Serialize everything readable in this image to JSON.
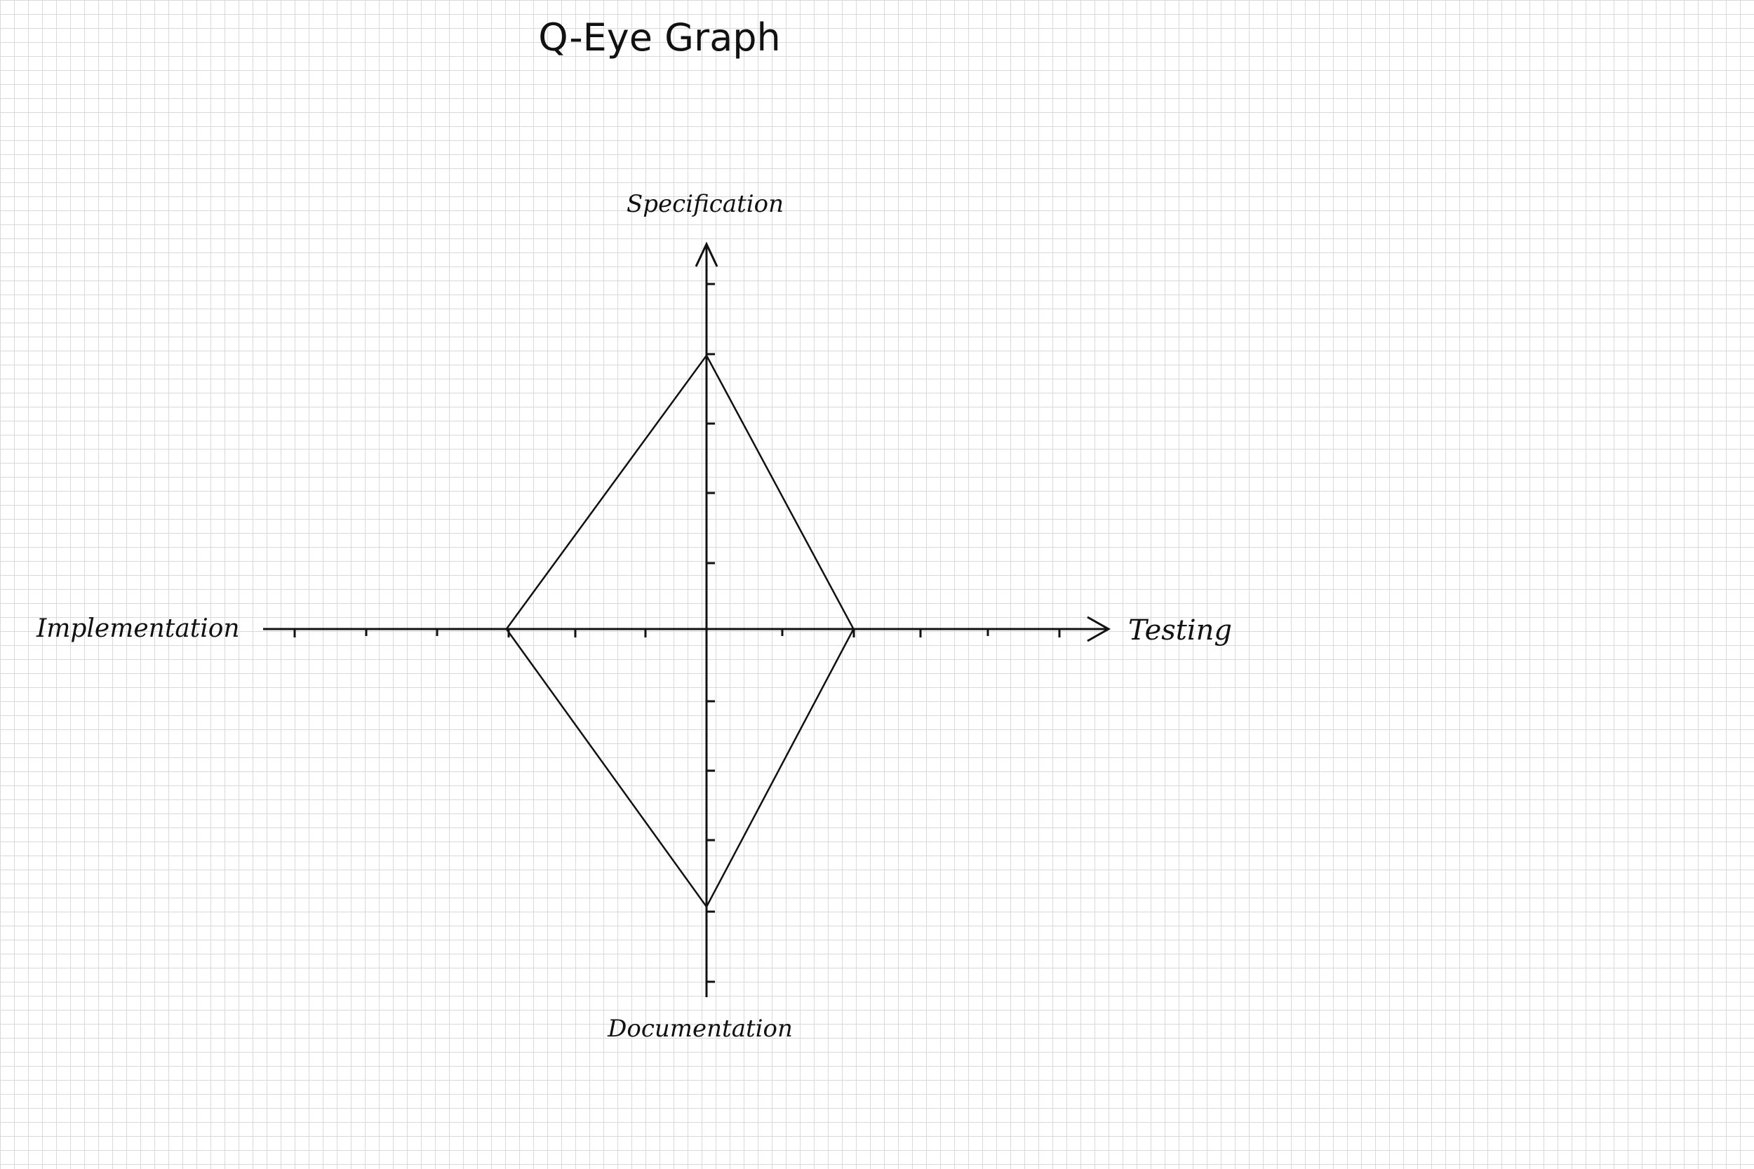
{
  "diagram": {
    "title": "Q-Eye Graph",
    "axes": {
      "top": "Specification",
      "bottom": "Documentation",
      "left": "Implementation",
      "right": "Testing"
    },
    "colors": {
      "ink": "#111111",
      "grid": "#d9d9d9",
      "background": "#ffffff"
    }
  },
  "chart_data": {
    "type": "radar",
    "title": "Q-Eye Graph",
    "axis_max_ticks": {
      "Specification": 5,
      "Testing": 5,
      "Documentation": 5,
      "Implementation": 6
    },
    "values": {
      "Specification": 4,
      "Testing": 2,
      "Documentation": 4,
      "Implementation": 3
    }
  }
}
